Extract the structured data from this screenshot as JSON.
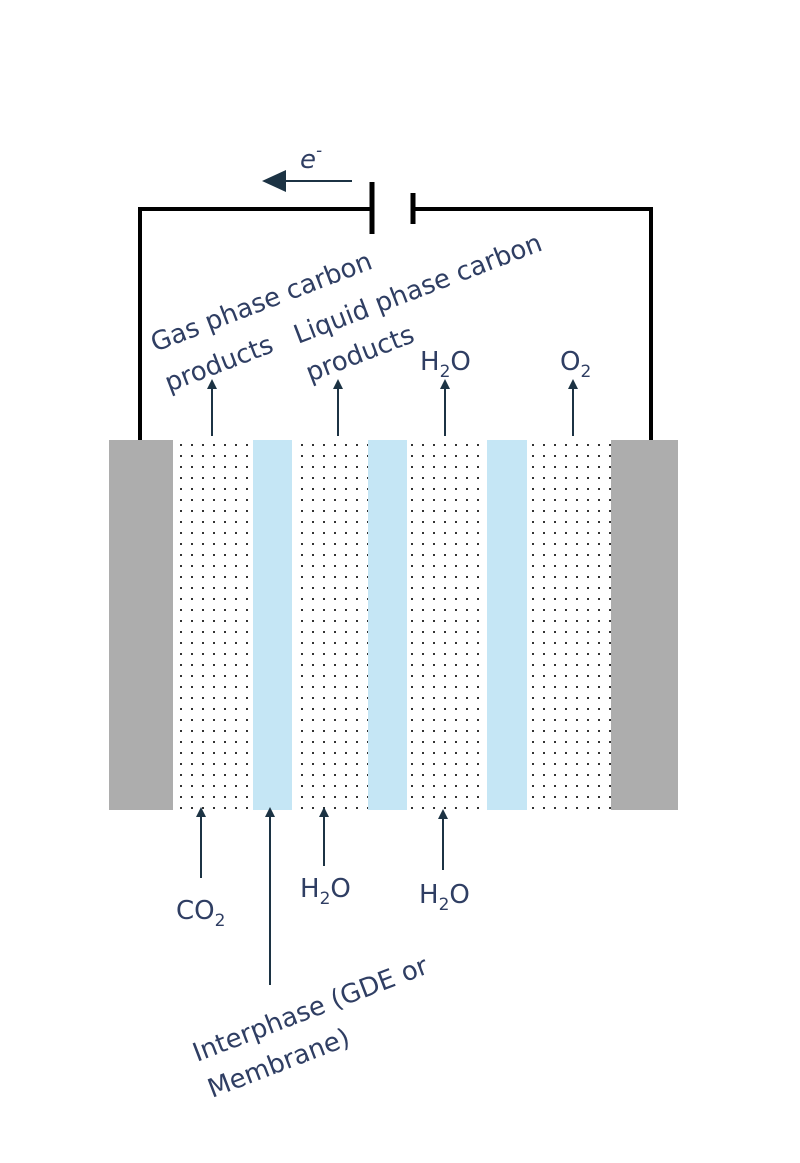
{
  "electron": {
    "symbol": "e",
    "charge": "-"
  },
  "labels": {
    "gas_products": {
      "line1": "Gas phase carbon",
      "line2": "products"
    },
    "liquid_products": {
      "line1": "Liquid phase carbon",
      "line2": "products"
    },
    "water_out": {
      "base": "H",
      "sub": "2",
      "rest": "O"
    },
    "oxygen_out": {
      "base": "O",
      "sub": "2"
    },
    "co2_in": {
      "base": "CO",
      "sub": "2"
    },
    "water_in_1": {
      "base": "H",
      "sub": "2",
      "rest": "O"
    },
    "water_in_2": {
      "base": "H",
      "sub": "2",
      "rest": "O"
    },
    "interphase": {
      "line1": "Interphase (GDE or",
      "line2": "Membrane)"
    }
  },
  "colors": {
    "electrode": "#adadad",
    "membrane": "#c5e6f5",
    "arrow": "#1c3344",
    "text": "#2f3e63",
    "wire": "#000000",
    "dots": "#333333"
  }
}
